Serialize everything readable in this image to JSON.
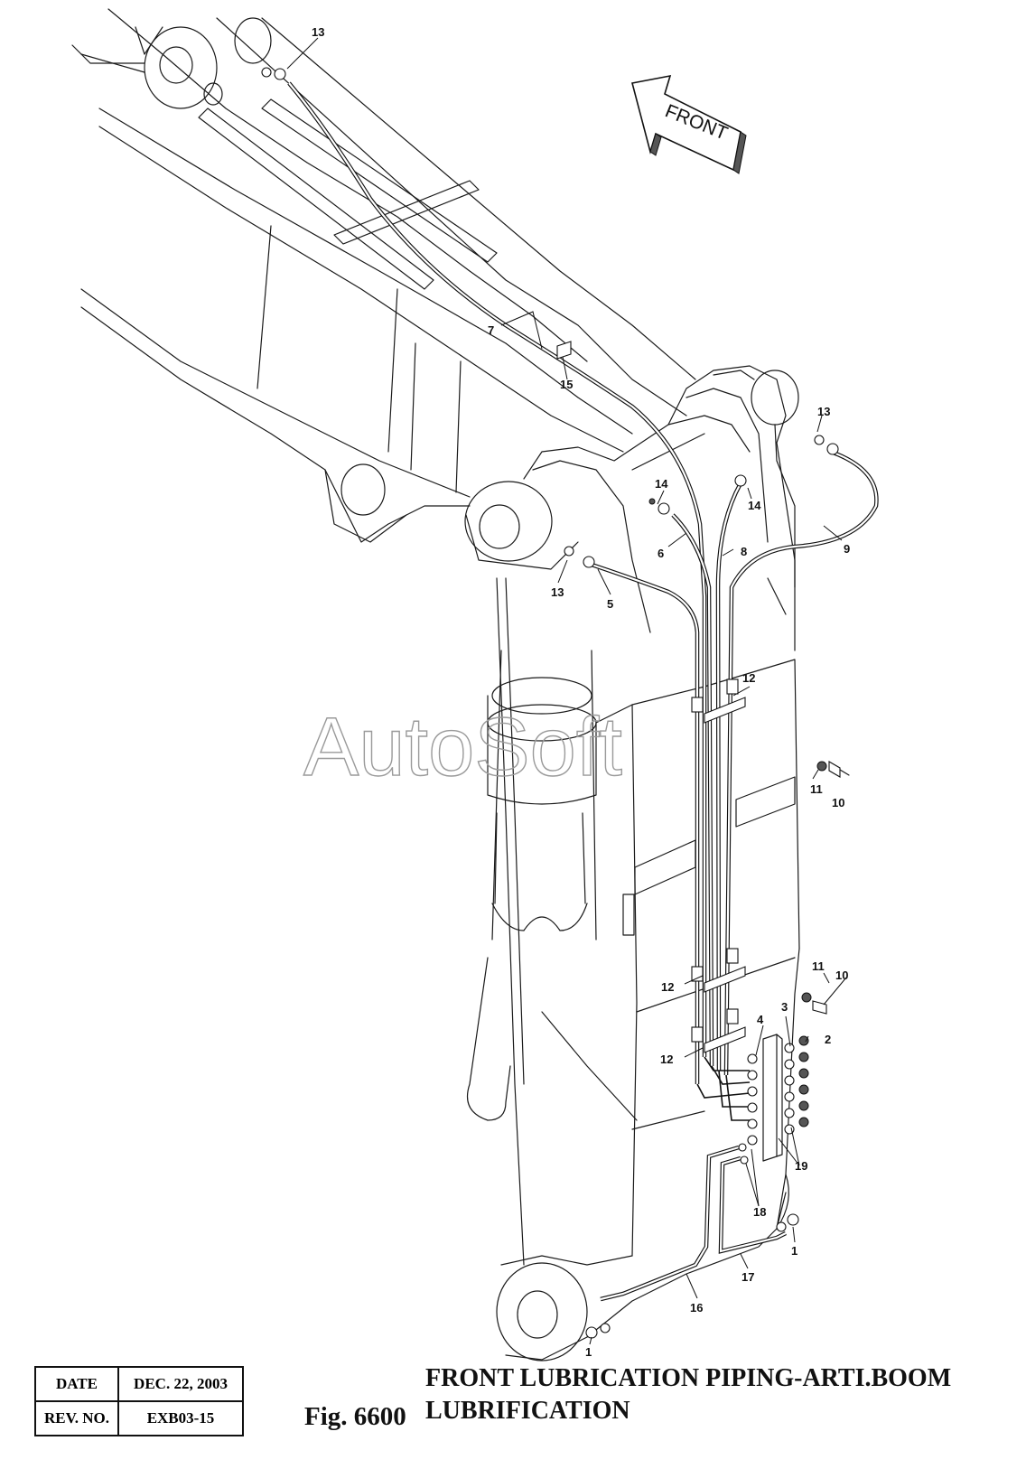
{
  "watermark": "AutoSoft",
  "front_label": "FRONT",
  "callouts": {
    "c1_a": "1",
    "c1_b": "1",
    "c2": "2",
    "c3": "3",
    "c4": "4",
    "c5": "5",
    "c6": "6",
    "c7": "7",
    "c8": "8",
    "c9": "9",
    "c10_a": "10",
    "c10_b": "10",
    "c11_a": "11",
    "c11_b": "11",
    "c12_a": "12",
    "c12_b": "12",
    "c12_c": "12",
    "c13_a": "13",
    "c13_b": "13",
    "c13_c": "13",
    "c14_a": "14",
    "c14_b": "14",
    "c15": "15",
    "c16": "16",
    "c17": "17",
    "c18": "18",
    "c19": "19"
  },
  "title_block": {
    "date_label": "DATE",
    "date_value": "DEC. 22, 2003",
    "rev_label": "REV. NO.",
    "rev_value": "EXB03-15"
  },
  "figure": {
    "number": "Fig. 6600",
    "title_line1": "FRONT LUBRICATION PIPING-ARTI.BOOM",
    "title_line2": "LUBRIFICATION"
  }
}
